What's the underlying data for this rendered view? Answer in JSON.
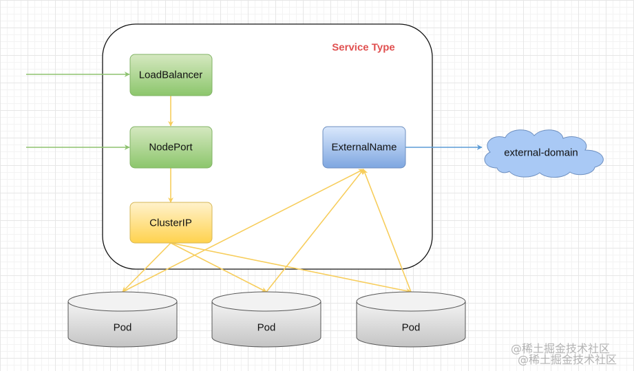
{
  "title": {
    "text": "Service Type",
    "color": "#e05050"
  },
  "nodes": {
    "load_balancer": "LoadBalancer",
    "node_port": "NodePort",
    "cluster_ip": "ClusterIP",
    "external_name": "ExternalName",
    "external_domain": "external-domain"
  },
  "pods": [
    "Pod",
    "Pod",
    "Pod"
  ],
  "watermark": "@稀土掘金技术社区",
  "colors": {
    "green_fill_top": "#d5e8c0",
    "green_fill_bottom": "#8cc66c",
    "green_stroke": "#82b366",
    "yellow_fill_top": "#fff2cc",
    "yellow_fill_bottom": "#ffd24d",
    "yellow_stroke": "#d6b656",
    "blue_fill_top": "#dae8fc",
    "blue_fill_bottom": "#7ea6e0",
    "blue_stroke": "#6c8ebf",
    "cloud_fill": "#a9c9f5",
    "pod_fill_top": "#f4f4f4",
    "pod_fill_bottom": "#c8c8c8",
    "arrow_green": "#8dc26f",
    "arrow_yellow": "#f7cd5b",
    "arrow_blue": "#5b9bd5"
  }
}
